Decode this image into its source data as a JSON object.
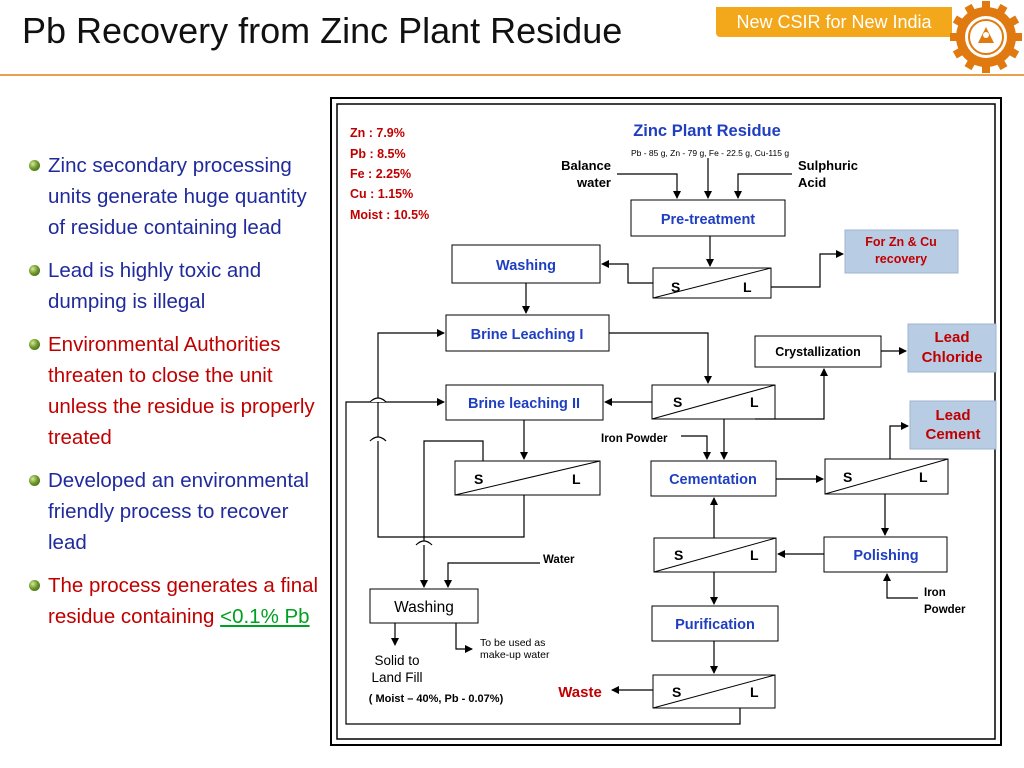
{
  "slide": {
    "title": "Pb Recovery from Zinc Plant Residue",
    "banner": "New CSIR for New India"
  },
  "bullets": [
    {
      "text": "Zinc secondary processing units generate huge quantity of residue containing lead",
      "color": "#1f2a9c"
    },
    {
      "text": "Lead is highly toxic and dumping is illegal",
      "color": "#1f2a9c"
    },
    {
      "text": "Environmental Authorities threaten to close the unit unless the residue is properly treated",
      "color": "#c00000"
    },
    {
      "text": "Developed an environmental friendly process to recover lead",
      "color": "#1f2a9c"
    },
    {
      "text": "The process generates a final residue containing",
      "link": "<0.1% Pb",
      "color": "#c00000"
    }
  ],
  "diagram": {
    "composition": [
      "Zn : 7.9%",
      "Pb : 8.5%",
      "Fe : 2.25%",
      "Cu : 1.15%",
      "Moist : 10.5%"
    ],
    "residue_title": "Zinc Plant Residue",
    "residue_detail": "Pb - 85 g, Zn - 79 g, Fe - 22.5 g, Cu-115 g",
    "inputs": {
      "balance_water": [
        "Balance",
        "water"
      ],
      "sulphuric_acid": [
        "Sulphuric",
        "Acid"
      ],
      "iron_powder_top": "Iron Powder",
      "water": "Water",
      "iron_powder_bottom": [
        "Iron",
        "Powder"
      ]
    },
    "boxes": {
      "pretreatment": "Pre-treatment",
      "washing_top": "Washing",
      "brine_leaching_1": "Brine Leaching I",
      "brine_leaching_2": "Brine leaching II",
      "crystallization": "Crystallization",
      "cementation": "Cementation",
      "polishing": "Polishing",
      "purification": "Purification",
      "washing_bottom": "Washing"
    },
    "separators": {
      "s": "S",
      "l": "L"
    },
    "outputs": {
      "zn_cu_recovery": [
        "For Zn & Cu",
        "recovery"
      ],
      "lead_chloride": [
        "Lead",
        "Chloride"
      ],
      "lead_cement": [
        "Lead",
        "Cement"
      ],
      "waste": "Waste",
      "solid_to_landfill": [
        "Solid to",
        "Land Fill"
      ],
      "makeup_water": [
        "To be used as",
        "make-up water"
      ],
      "final_residue_note": "( Moist – 40%, Pb - 0.07%)"
    }
  },
  "colors": {
    "title": "#111111",
    "banner_bg": "#f3a81c",
    "accent_line": "#e9a04a",
    "box_blue_text": "#1f3fc0",
    "output_fill": "#b8cce4",
    "red": "#c00000"
  }
}
